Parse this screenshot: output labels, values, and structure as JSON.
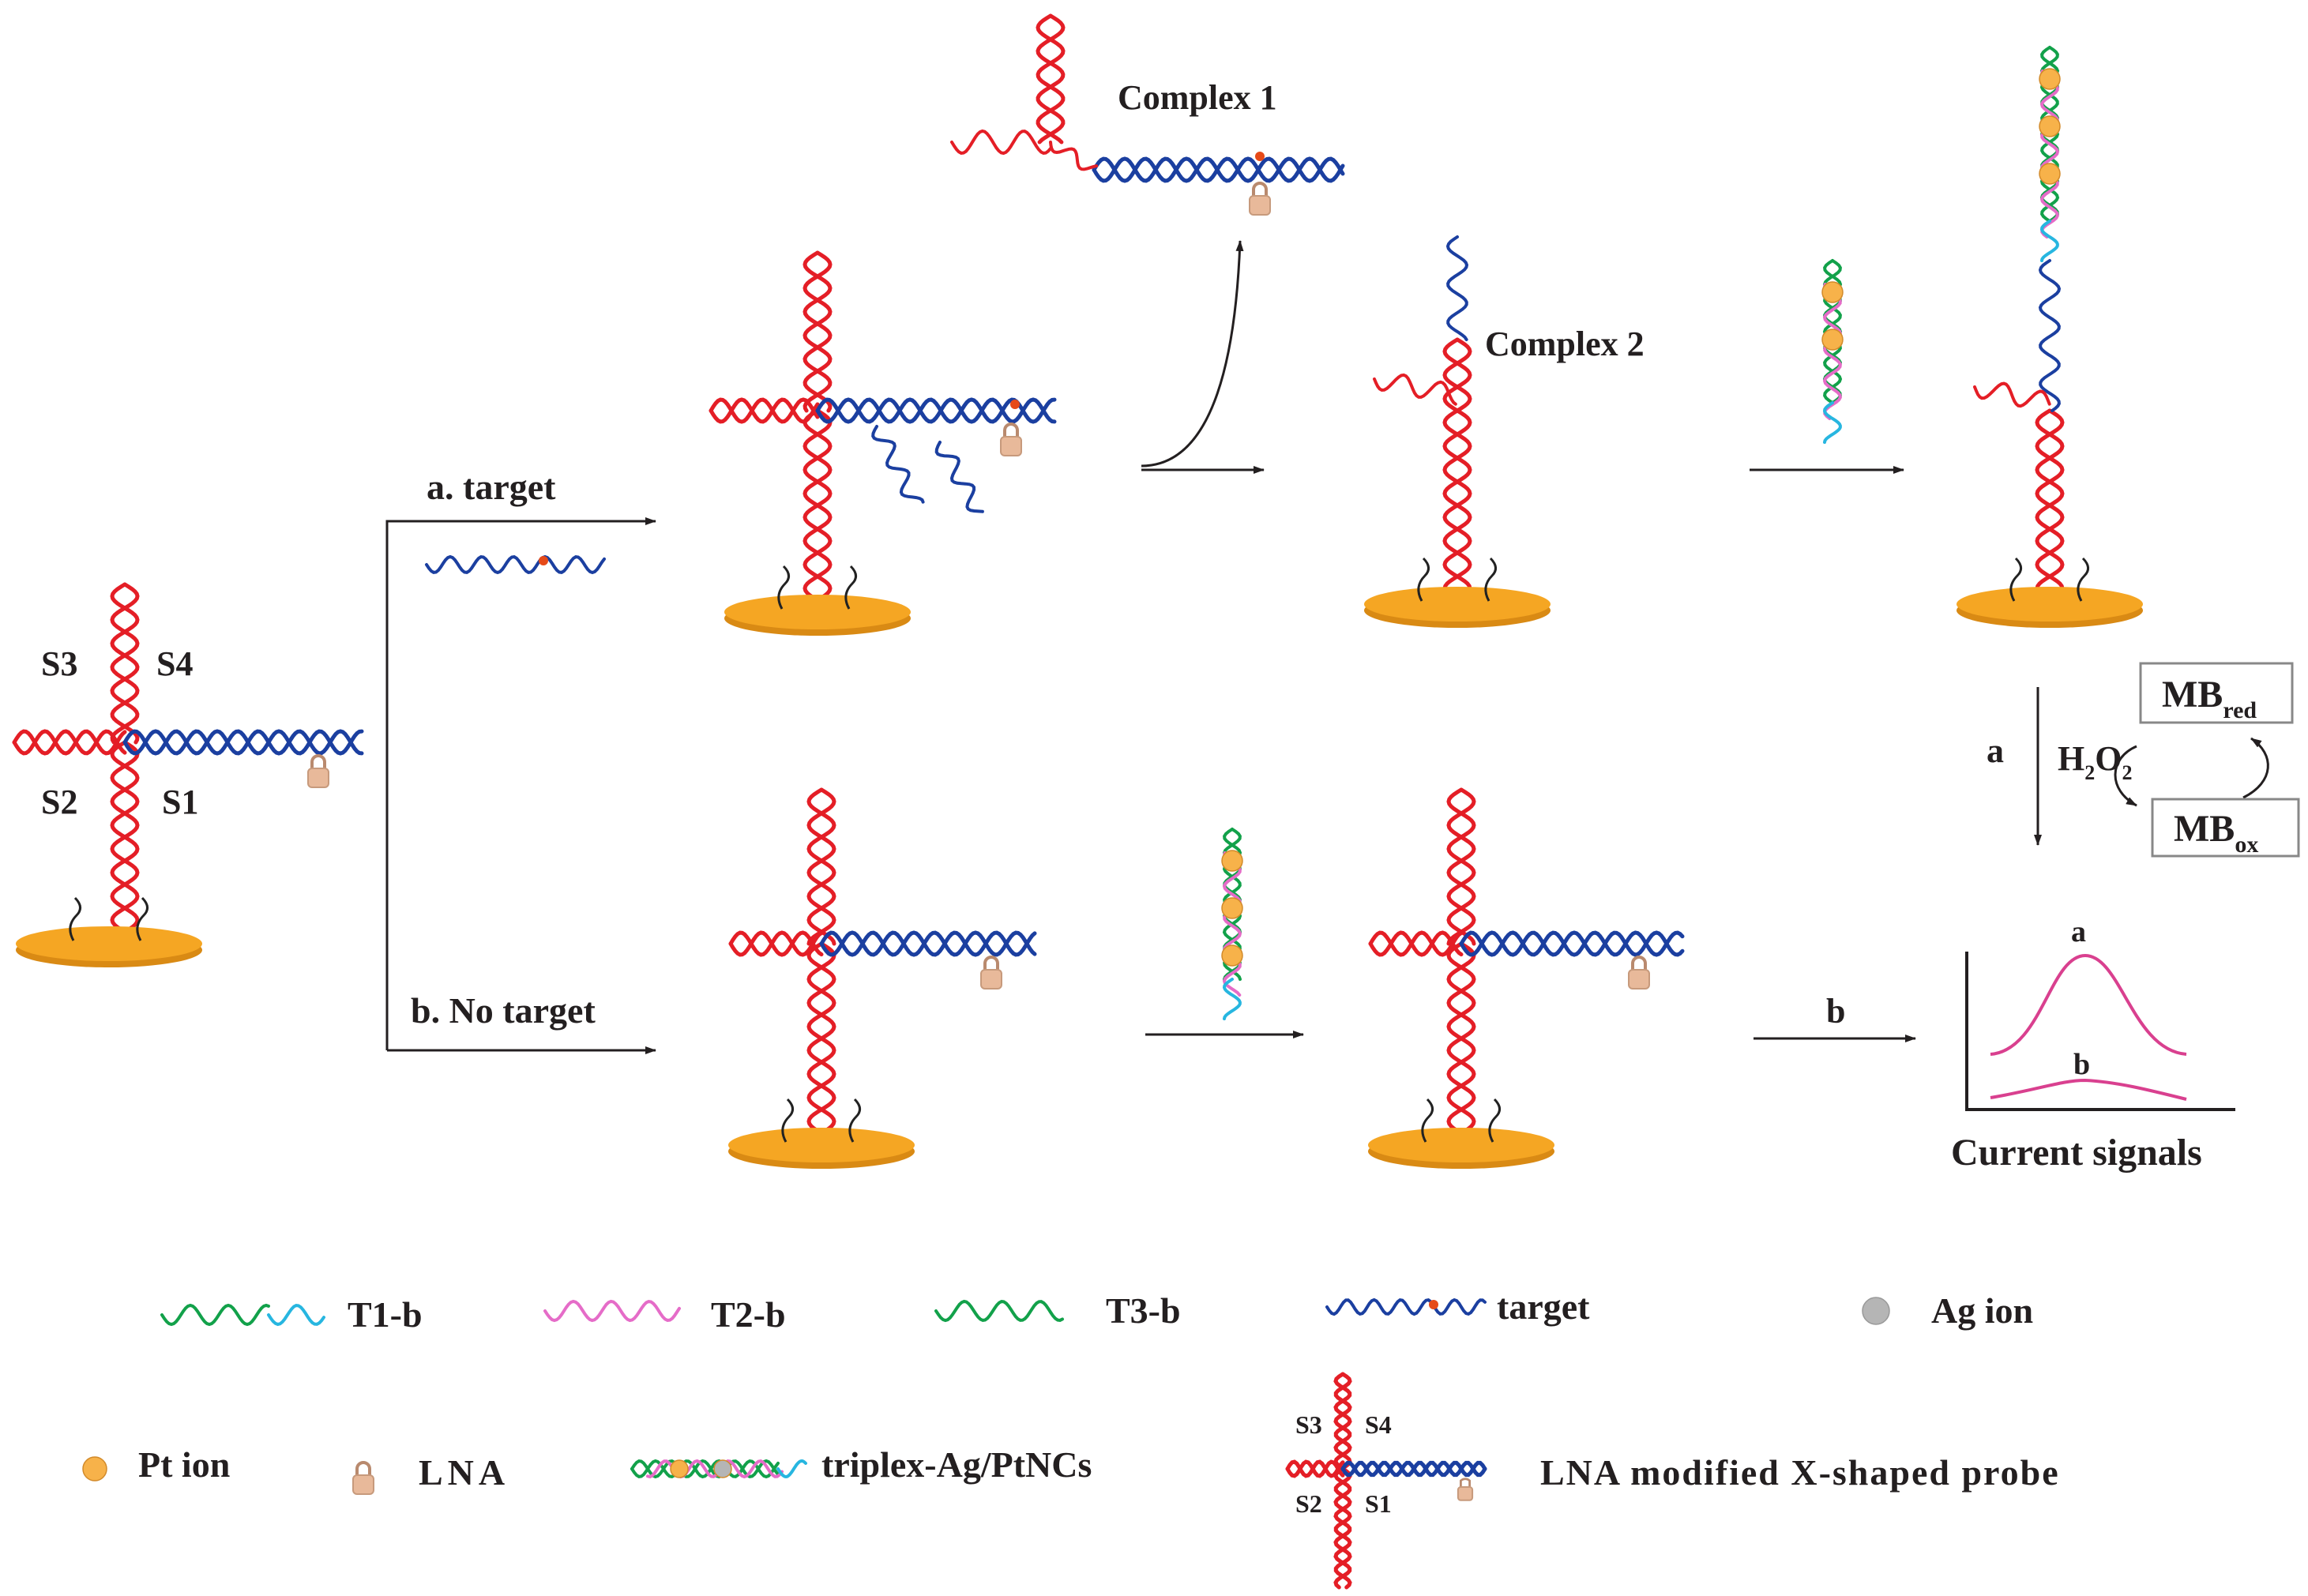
{
  "strand_labels": {
    "s1": "S1",
    "s2": "S2",
    "s3": "S3",
    "s4": "S4"
  },
  "pathway_a": {
    "label": "a. target",
    "complex1": "Complex 1",
    "complex2": "Complex 2"
  },
  "pathway_b": {
    "label": "b. No target"
  },
  "detection": {
    "step_a": "a",
    "step_b": "b",
    "h2o2": "H",
    "h2o2_sub1": "2",
    "h2o2_o": "O",
    "h2o2_sub2": "2",
    "mb_red": "MB",
    "mb_red_sub": "red",
    "mb_ox": "MB",
    "mb_ox_sub": "ox",
    "peak_a": "a",
    "peak_b": "b",
    "signal_caption": "Current signals"
  },
  "legend": {
    "t1b": "T1-b",
    "t2b": "T2-b",
    "t3b": "T3-b",
    "target": "target",
    "ag": "Ag ion",
    "pt": "Pt ion",
    "lna": "LNA",
    "triplex": "triplex-Ag/PtNCs",
    "xprobe": "LNA modified  X-shaped probe",
    "xs3": "S3",
    "xs4": "S4",
    "xs2": "S2",
    "xs1": "S1"
  },
  "colors": {
    "red_strand": "#e41e26",
    "blue_strand": "#1b3fa0",
    "green_strand": "#12a14a",
    "pink_strand": "#e56cc8",
    "cyan_strand": "#27b6e0",
    "electrode": "#f5a623",
    "pt_ion": "#f7b24a",
    "ag_ion": "#b5b5b5",
    "lna_lock": "#e8b99a",
    "curve": "#d9408f"
  }
}
